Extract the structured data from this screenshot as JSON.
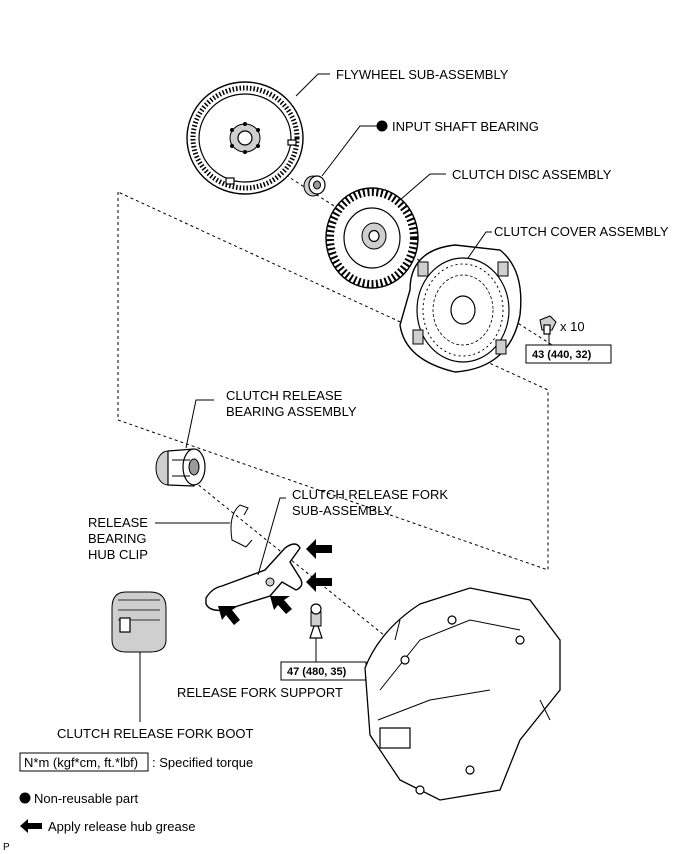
{
  "labels": {
    "flywheel": "FLYWHEEL SUB-ASSEMBLY",
    "input_shaft_bearing": "INPUT SHAFT BEARING",
    "clutch_disc": "CLUTCH DISC ASSEMBLY",
    "clutch_cover": "CLUTCH COVER ASSEMBLY",
    "bolt_qty": "x 10",
    "cover_torque": "43 (440, 32)",
    "release_bearing_l1": "CLUTCH RELEASE",
    "release_bearing_l2": "BEARING ASSEMBLY",
    "fork_l1": "CLUTCH RELEASE FORK",
    "fork_l2": "SUB-ASSEMBLY",
    "hub_clip_l1": "RELEASE",
    "hub_clip_l2": "BEARING",
    "hub_clip_l3": "HUB CLIP",
    "support_torque": "47 (480, 35)",
    "fork_support": "RELEASE FORK SUPPORT",
    "fork_boot": "CLUTCH RELEASE FORK BOOT"
  },
  "legend": {
    "torque_unit": "N*m (kgf*cm, ft.*lbf)",
    "torque_desc": ": Specified torque",
    "non_reusable": "Non-reusable part",
    "grease": "Apply release hub grease"
  },
  "corner_mark": "P"
}
